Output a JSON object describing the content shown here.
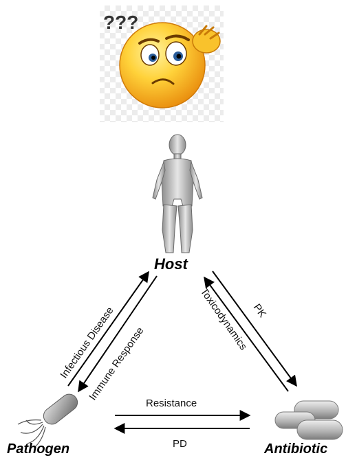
{
  "nodes": {
    "host": "Host",
    "pathogen": "Pathogen",
    "antibiotic": "Antibiotic"
  },
  "edges": {
    "infectious_disease": "Infectious Disease",
    "immune_response": "Immune Response",
    "toxicodynamics": "Toxicodynamics",
    "pk": "PK",
    "resistance": "Resistance",
    "pd": "PD"
  },
  "confused_emoji": {
    "marks": "???",
    "icon": "confused-face-icon"
  },
  "colors": {
    "arrow": "#000000",
    "emoji_face": "#f5b21a",
    "figure": "#b5b5b5",
    "pill": "#a8a8a8",
    "bacterium": "#9a9a9a"
  }
}
